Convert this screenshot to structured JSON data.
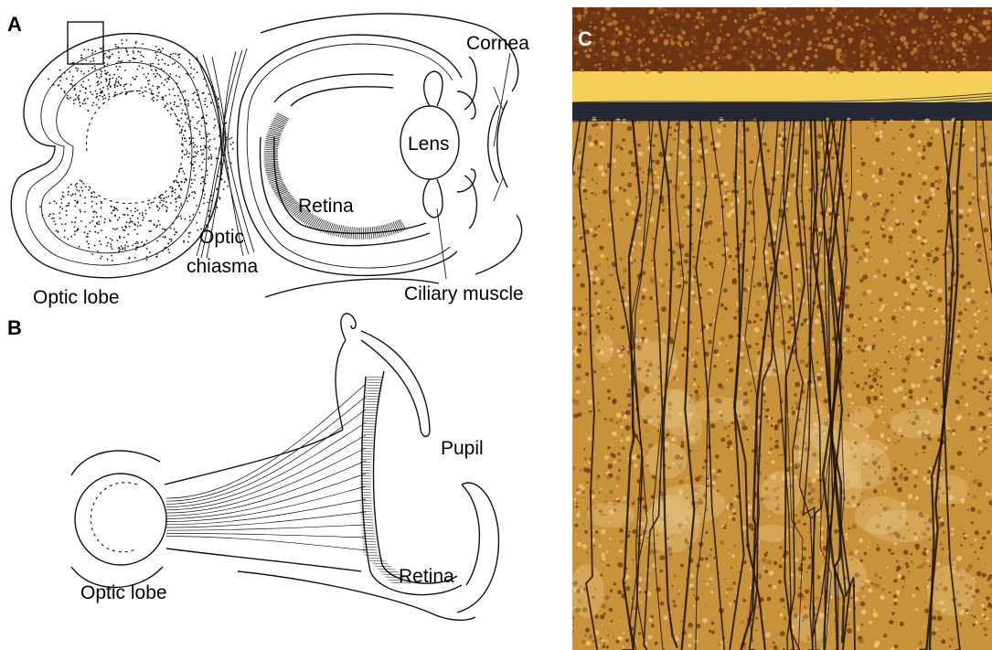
{
  "panels": {
    "a": {
      "letter": "A"
    },
    "b": {
      "letter": "B"
    },
    "c": {
      "letter": "C"
    }
  },
  "labels_a": {
    "cornea": "Cornea",
    "lens": "Lens",
    "retina": "Retina",
    "optic_chiasma_line1": "Optic",
    "optic_chiasma_line2": "chiasma",
    "optic_lobe": "Optic lobe",
    "ciliary_muscle": "Ciliary muscle"
  },
  "labels_b": {
    "pupil": "Pupil",
    "retina": "Retina",
    "optic_lobe": "Optic lobe"
  },
  "colors": {
    "ink": "#111111",
    "micrograph_base": "#c8923a",
    "micrograph_light": "#e9c98a",
    "micrograph_dark": "#6b3412",
    "micrograph_band": "#f3cf56",
    "fiber": "#1e1410"
  }
}
